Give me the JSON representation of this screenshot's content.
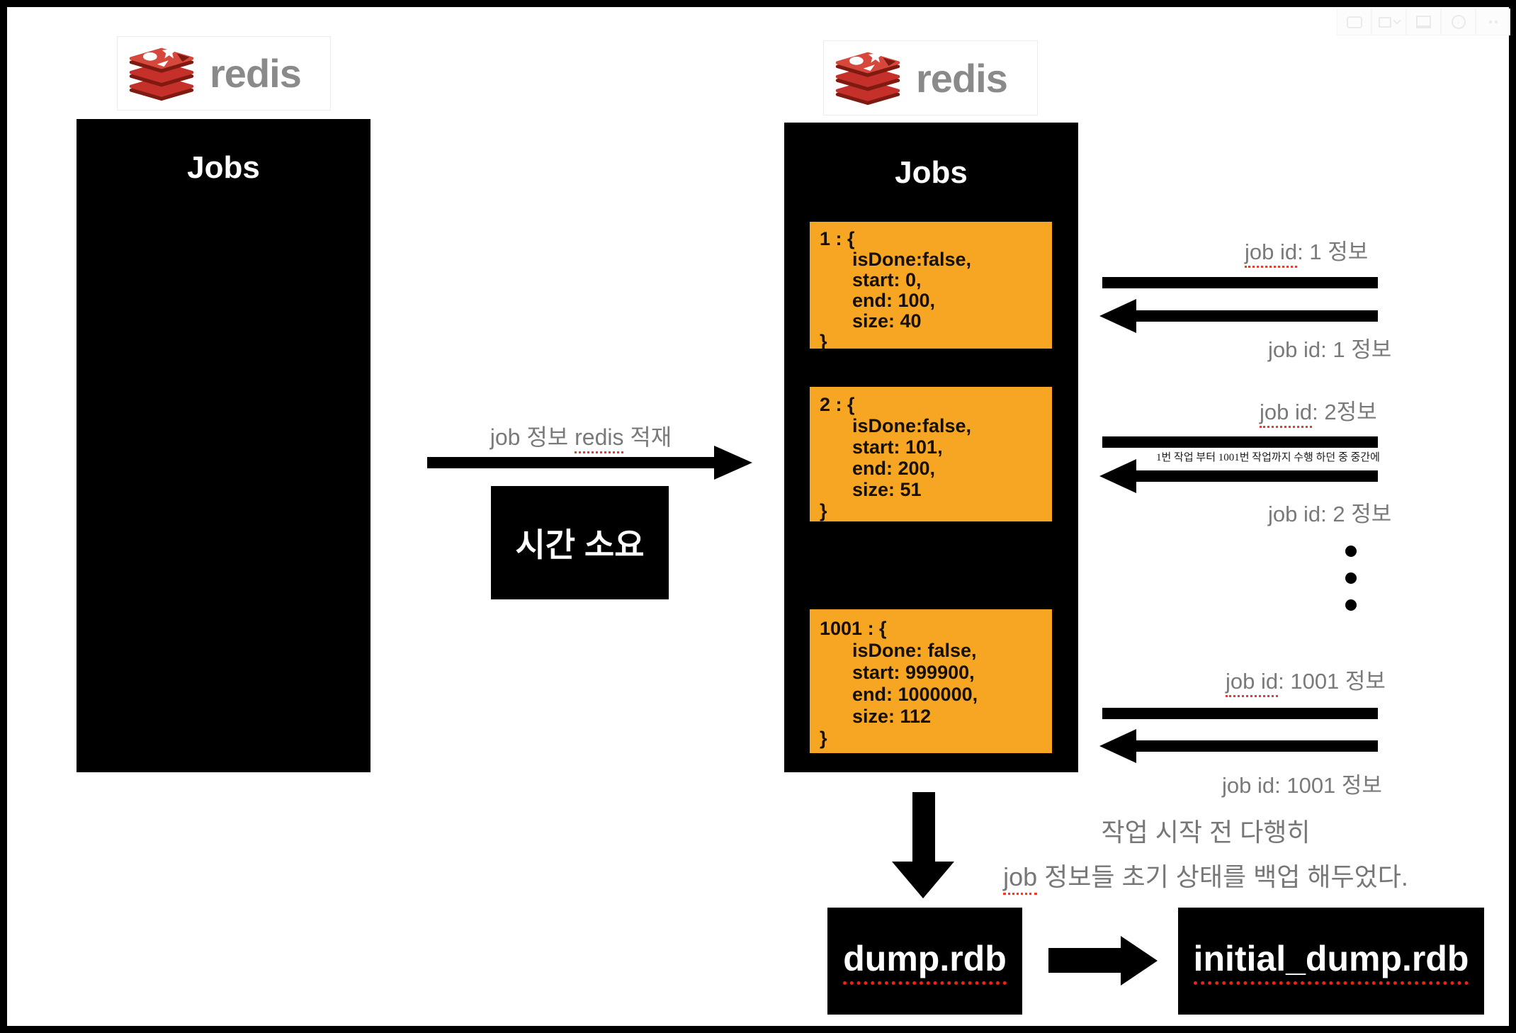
{
  "viewer_toolbar": {
    "icons": [
      "comment-icon",
      "window-chevron-icon",
      "display-icon",
      "download-icon",
      "more-icon"
    ]
  },
  "left_redis": {
    "brand": "redis"
  },
  "left_jobs": {
    "title": "Jobs"
  },
  "ingest": {
    "label_prefix": "job 정보 ",
    "label_redis": "redis",
    "label_suffix": " 적재",
    "time_note": "시간 소요"
  },
  "right_redis": {
    "brand": "redis"
  },
  "right_jobs": {
    "title": "Jobs",
    "cards": [
      {
        "open": "1 : {",
        "fields": [
          "isDone:false,",
          "start: 0,",
          "end: 100,",
          "size: 40"
        ],
        "close": "}"
      },
      {
        "open": "2 : {",
        "fields": [
          "isDone:false,",
          "start: 101,",
          "end: 200,",
          "size: 51"
        ],
        "close": "}"
      },
      {
        "open": "1001 : {",
        "fields": [
          "isDone: false,",
          "start: 999900,",
          "end: 1000000,",
          "size: 112"
        ],
        "close": "}"
      }
    ]
  },
  "exchanges": [
    {
      "request_word": "job id",
      "request_rest": ": 1 정보",
      "response": "job id: 1 정보"
    },
    {
      "request_word": "job id",
      "request_rest": ": 2정보",
      "response": "job id: 2 정보",
      "note": "1번 작업 부터 1001번 작업까지 수행 하던 중 중간에"
    },
    {
      "request_word": "job id",
      "request_rest": ": 1001 정보",
      "response": "job id: 1001 정보"
    }
  ],
  "backup": {
    "caption_line1": "작업 시작 전 다행히",
    "caption_job_word": "job",
    "caption_line2_rest": " 정보들 초기 상태를 백업 해두었다.",
    "source_file": "dump.rdb",
    "target_file": "initial_dump.rdb"
  },
  "colors": {
    "job_card_orange": "#F6A623",
    "redis_red": "#C6302B",
    "redis_dark_red": "#7E1A10",
    "spellcheck_red": "#FF3322",
    "label_gray": "#7A7A7A"
  }
}
